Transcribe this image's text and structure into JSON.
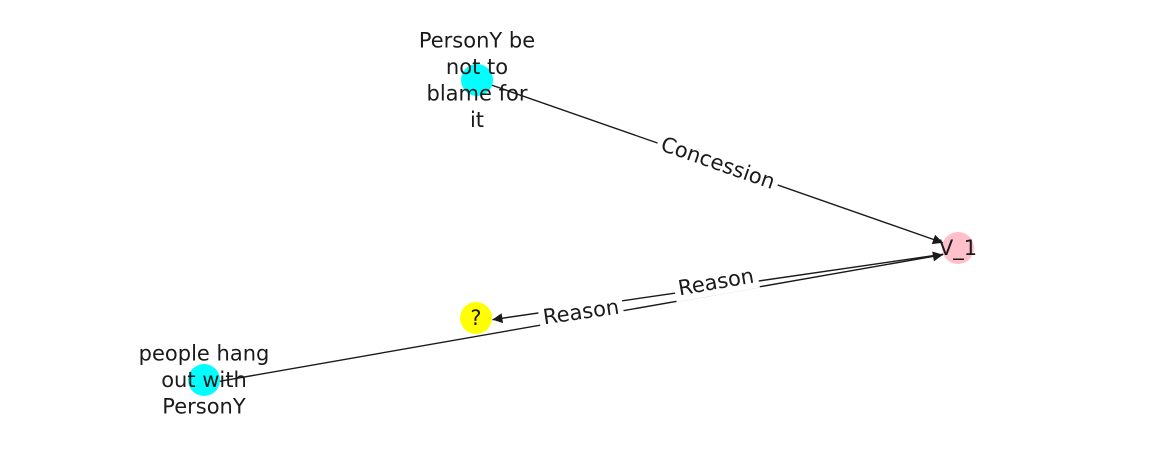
{
  "nodes": [
    {
      "id": "n1",
      "lines": [
        "PersonY be",
        "not to",
        "blame for",
        "it"
      ],
      "color": "#00FFFF"
    },
    {
      "id": "v1",
      "lines": [
        "V_1"
      ],
      "color": "#FFC0CB"
    },
    {
      "id": "q",
      "lines": [
        "?"
      ],
      "color": "#FFFF00"
    },
    {
      "id": "n2",
      "lines": [
        "people hang",
        "out with",
        "PersonY"
      ],
      "color": "#00FFFF"
    }
  ],
  "edges": [
    {
      "from": "n1",
      "to": "v1",
      "label": "Concession"
    },
    {
      "from": "n2",
      "to": "v1",
      "label": "Reason"
    },
    {
      "from": "v1",
      "to": "q",
      "label": "Reason"
    }
  ]
}
